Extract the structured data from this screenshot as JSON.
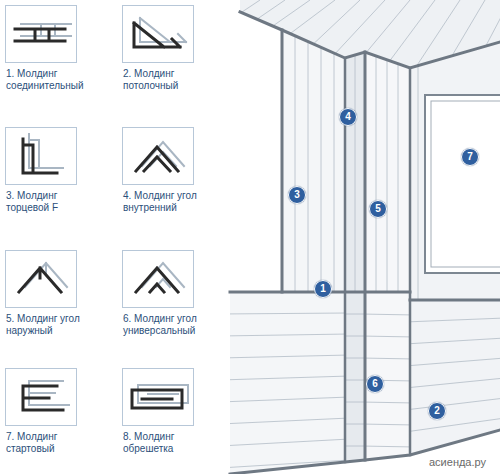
{
  "diagram": {
    "nodes": [
      {
        "text": [
          "1. Молдинг соединительный"
        ]
      },
      {
        "text": [
          "2. Молдинг потолочный"
        ]
      },
      {
        "text": [
          "3. Молдинг торцевой F"
        ]
      },
      {
        "text": [
          "4. Молдинг угол внутренний"
        ]
      },
      {
        "text": [
          "5. Молдинг угол наружный"
        ]
      },
      {
        "text": [
          "6. Молдинг угол универсальный"
        ]
      },
      {
        "text": [
          "7. Молдинг стартовый"
        ]
      },
      {
        "text": [
          "8. Молдинг обрешетка"
        ]
      }
    ],
    "labels": [
      "4",
      "7",
      "3",
      "5",
      "1",
      "6",
      "2",
      "асиенда.ру"
    ]
  }
}
